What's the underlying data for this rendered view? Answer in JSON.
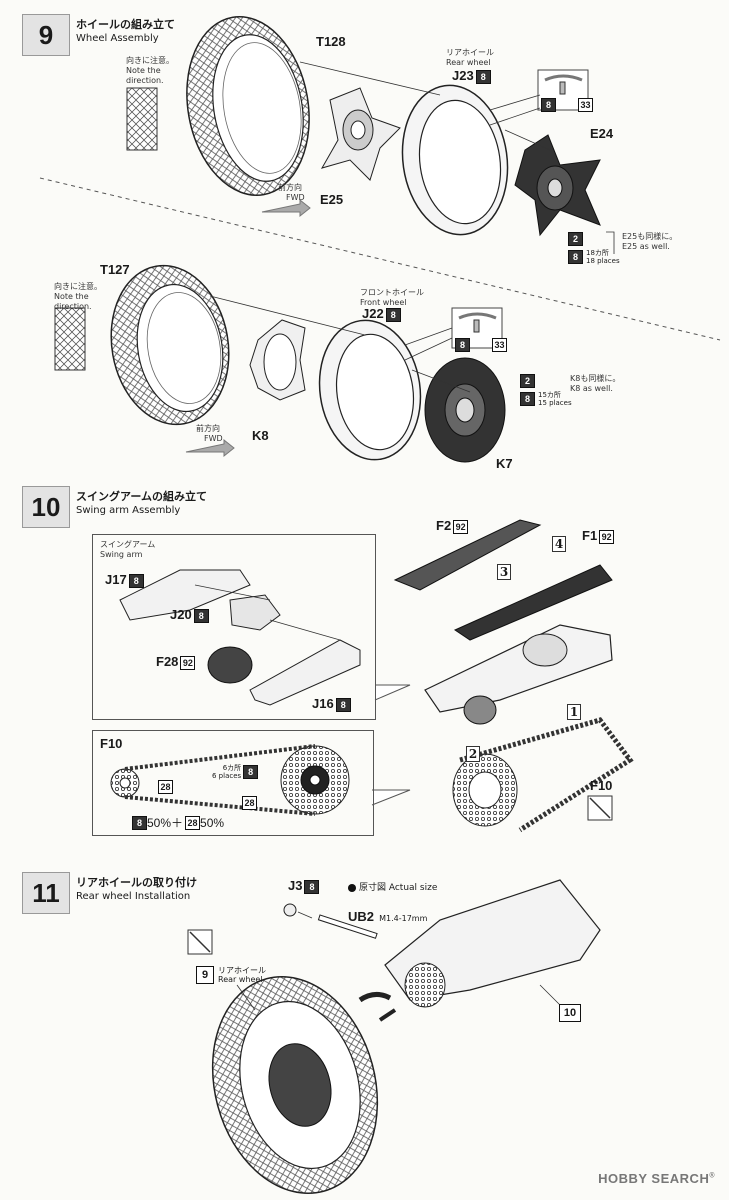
{
  "steps": [
    {
      "num": "9",
      "title_jp": "ホイールの組み立て",
      "title_en": "Wheel Assembly"
    },
    {
      "num": "10",
      "title_jp": "スイングアームの組み立て",
      "title_en": "Swing arm Assembly"
    },
    {
      "num": "11",
      "title_jp": "リアホイールの取り付け",
      "title_en": "Rear wheel Installation"
    }
  ],
  "rear_wheel": {
    "tire": "T128",
    "rim": "J23",
    "rim_badge": "8",
    "label_jp": "リアホイール",
    "label_en": "Rear wheel",
    "hub_left": "E25",
    "hub_right": "E24",
    "direction_jp": "向きに注意。",
    "direction_en1": "Note the",
    "direction_en2": "direction.",
    "fwd_jp": "前方向",
    "fwd_en": "FWD",
    "detail_badge_a": "8",
    "detail_badge_b": "33",
    "paint_badge_1": "2",
    "paint_badge_2": "8",
    "places_jp": "18カ所",
    "places_en": "18 places",
    "same_jp": "E25も同様に。",
    "same_en": "E25 as well."
  },
  "front_wheel": {
    "tire": "T127",
    "rim": "J22",
    "rim_badge": "8",
    "label_jp": "フロントホイール",
    "label_en": "Front wheel",
    "hub_left": "K8",
    "hub_right": "K7",
    "direction_jp": "向きに注意。",
    "direction_en1": "Note the",
    "direction_en2": "direction.",
    "fwd_jp": "前方向",
    "fwd_en": "FWD",
    "detail_badge_a": "8",
    "detail_badge_b": "33",
    "paint_badge_1": "2",
    "paint_badge_2": "8",
    "places_jp": "15カ所",
    "places_en": "15 places",
    "same_jp": "K8も同様に。",
    "same_en": "K8 as well."
  },
  "swing_arm": {
    "panel_jp": "スイングアーム",
    "panel_en": "Swing arm",
    "j17": "J17",
    "j17_badge": "8",
    "j20": "J20",
    "j20_badge": "8",
    "f28": "F28",
    "f28_badge": "92",
    "j16": "J16",
    "j16_badge": "8",
    "f2": "F2",
    "f2_badge": "92",
    "f1": "F1",
    "f1_badge": "92",
    "call_1": "1",
    "call_2": "2",
    "call_3": "3",
    "call_4": "4",
    "f10_right": "F10"
  },
  "chain": {
    "panel_title": "F10",
    "badge_28a": "28",
    "places_jp": "6カ所",
    "places_en": "6 places",
    "badge_8": "8",
    "badge_28b": "28",
    "mix_badge_1": "8",
    "mix_text_1": "50%＋",
    "mix_badge_2": "28",
    "mix_text_2": "50%"
  },
  "step11": {
    "j3": "J3",
    "j3_badge": "8",
    "actual_size": "原寸図 Actual size",
    "ub2": "UB2",
    "ub2_spec": "M1.4-17mm",
    "ref_9": "9",
    "rear_jp": "リアホイール",
    "rear_en": "Rear wheel",
    "ref_10": "10"
  },
  "watermark": {
    "brand": "HOBBY SEARCH",
    "reg": "®"
  }
}
